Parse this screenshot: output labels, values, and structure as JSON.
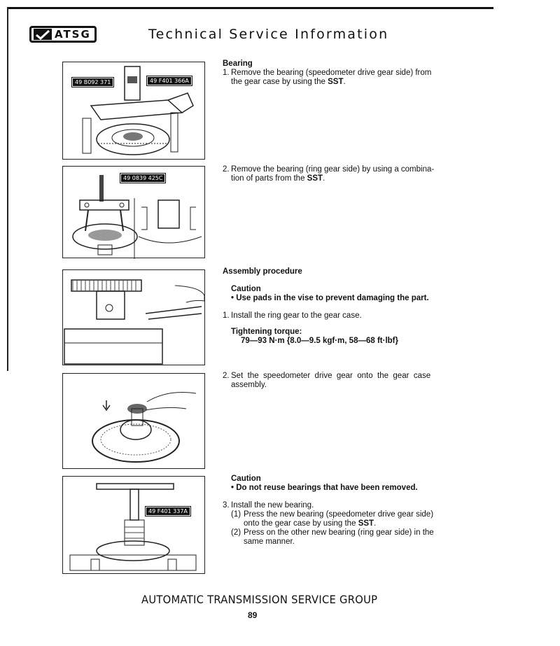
{
  "header": {
    "logo_text": "ATSG",
    "title": "Technical Service Information"
  },
  "figures": [
    {
      "labels": [
        "49 B092 371",
        "49 F401 366A"
      ]
    },
    {
      "labels": [
        "49 0839 425C"
      ]
    },
    {
      "labels": []
    },
    {
      "labels": []
    },
    {
      "labels": [
        "49 F401 337A"
      ]
    }
  ],
  "sections": {
    "bearing_heading": "Bearing",
    "step1_num": "1.",
    "step1_text_a": "Remove the bearing (speedometer drive gear side) from",
    "step1_text_b": "the gear case by using the",
    "step1_sst": "SST",
    "step1_end": ".",
    "step2_num": "2.",
    "step2_text_a": "Remove the bearing (ring gear side) by using a combina-",
    "step2_text_b": "tion of parts from the",
    "step2_sst": "SST",
    "step2_end": ".",
    "assembly_heading": "Assembly procedure",
    "caution1_heading": "Caution",
    "caution1_bullet": "• Use pads in the vise to prevent damaging the part.",
    "astep1_num": "1.",
    "astep1_text": "Install the ring gear to the gear case.",
    "torque_heading": "Tightening torque:",
    "torque_value": "79—93 N·m {8.0—9.5 kgf·m, 58—68 ft·lbf}",
    "astep2_num": "2.",
    "astep2_text_a": "Set  the  speedometer  drive  gear  onto  the  gear  case",
    "astep2_text_b": "assembly.",
    "caution2_heading": "Caution",
    "caution2_bullet": "• Do not reuse bearings that have been removed.",
    "astep3_num": "3.",
    "astep3_text": "Install the new bearing.",
    "sub1_num": "(1)",
    "sub1_text_a": "Press the new bearing (speedometer drive gear side)",
    "sub1_text_b": "onto the gear case by using the",
    "sub1_sst": "SST",
    "sub1_end": ".",
    "sub2_num": "(2)",
    "sub2_text_a": "Press on the other new bearing (ring gear side) in the",
    "sub2_text_b": "same manner."
  },
  "footer": {
    "company": "AUTOMATIC TRANSMISSION SERVICE GROUP",
    "page_number": "89"
  }
}
